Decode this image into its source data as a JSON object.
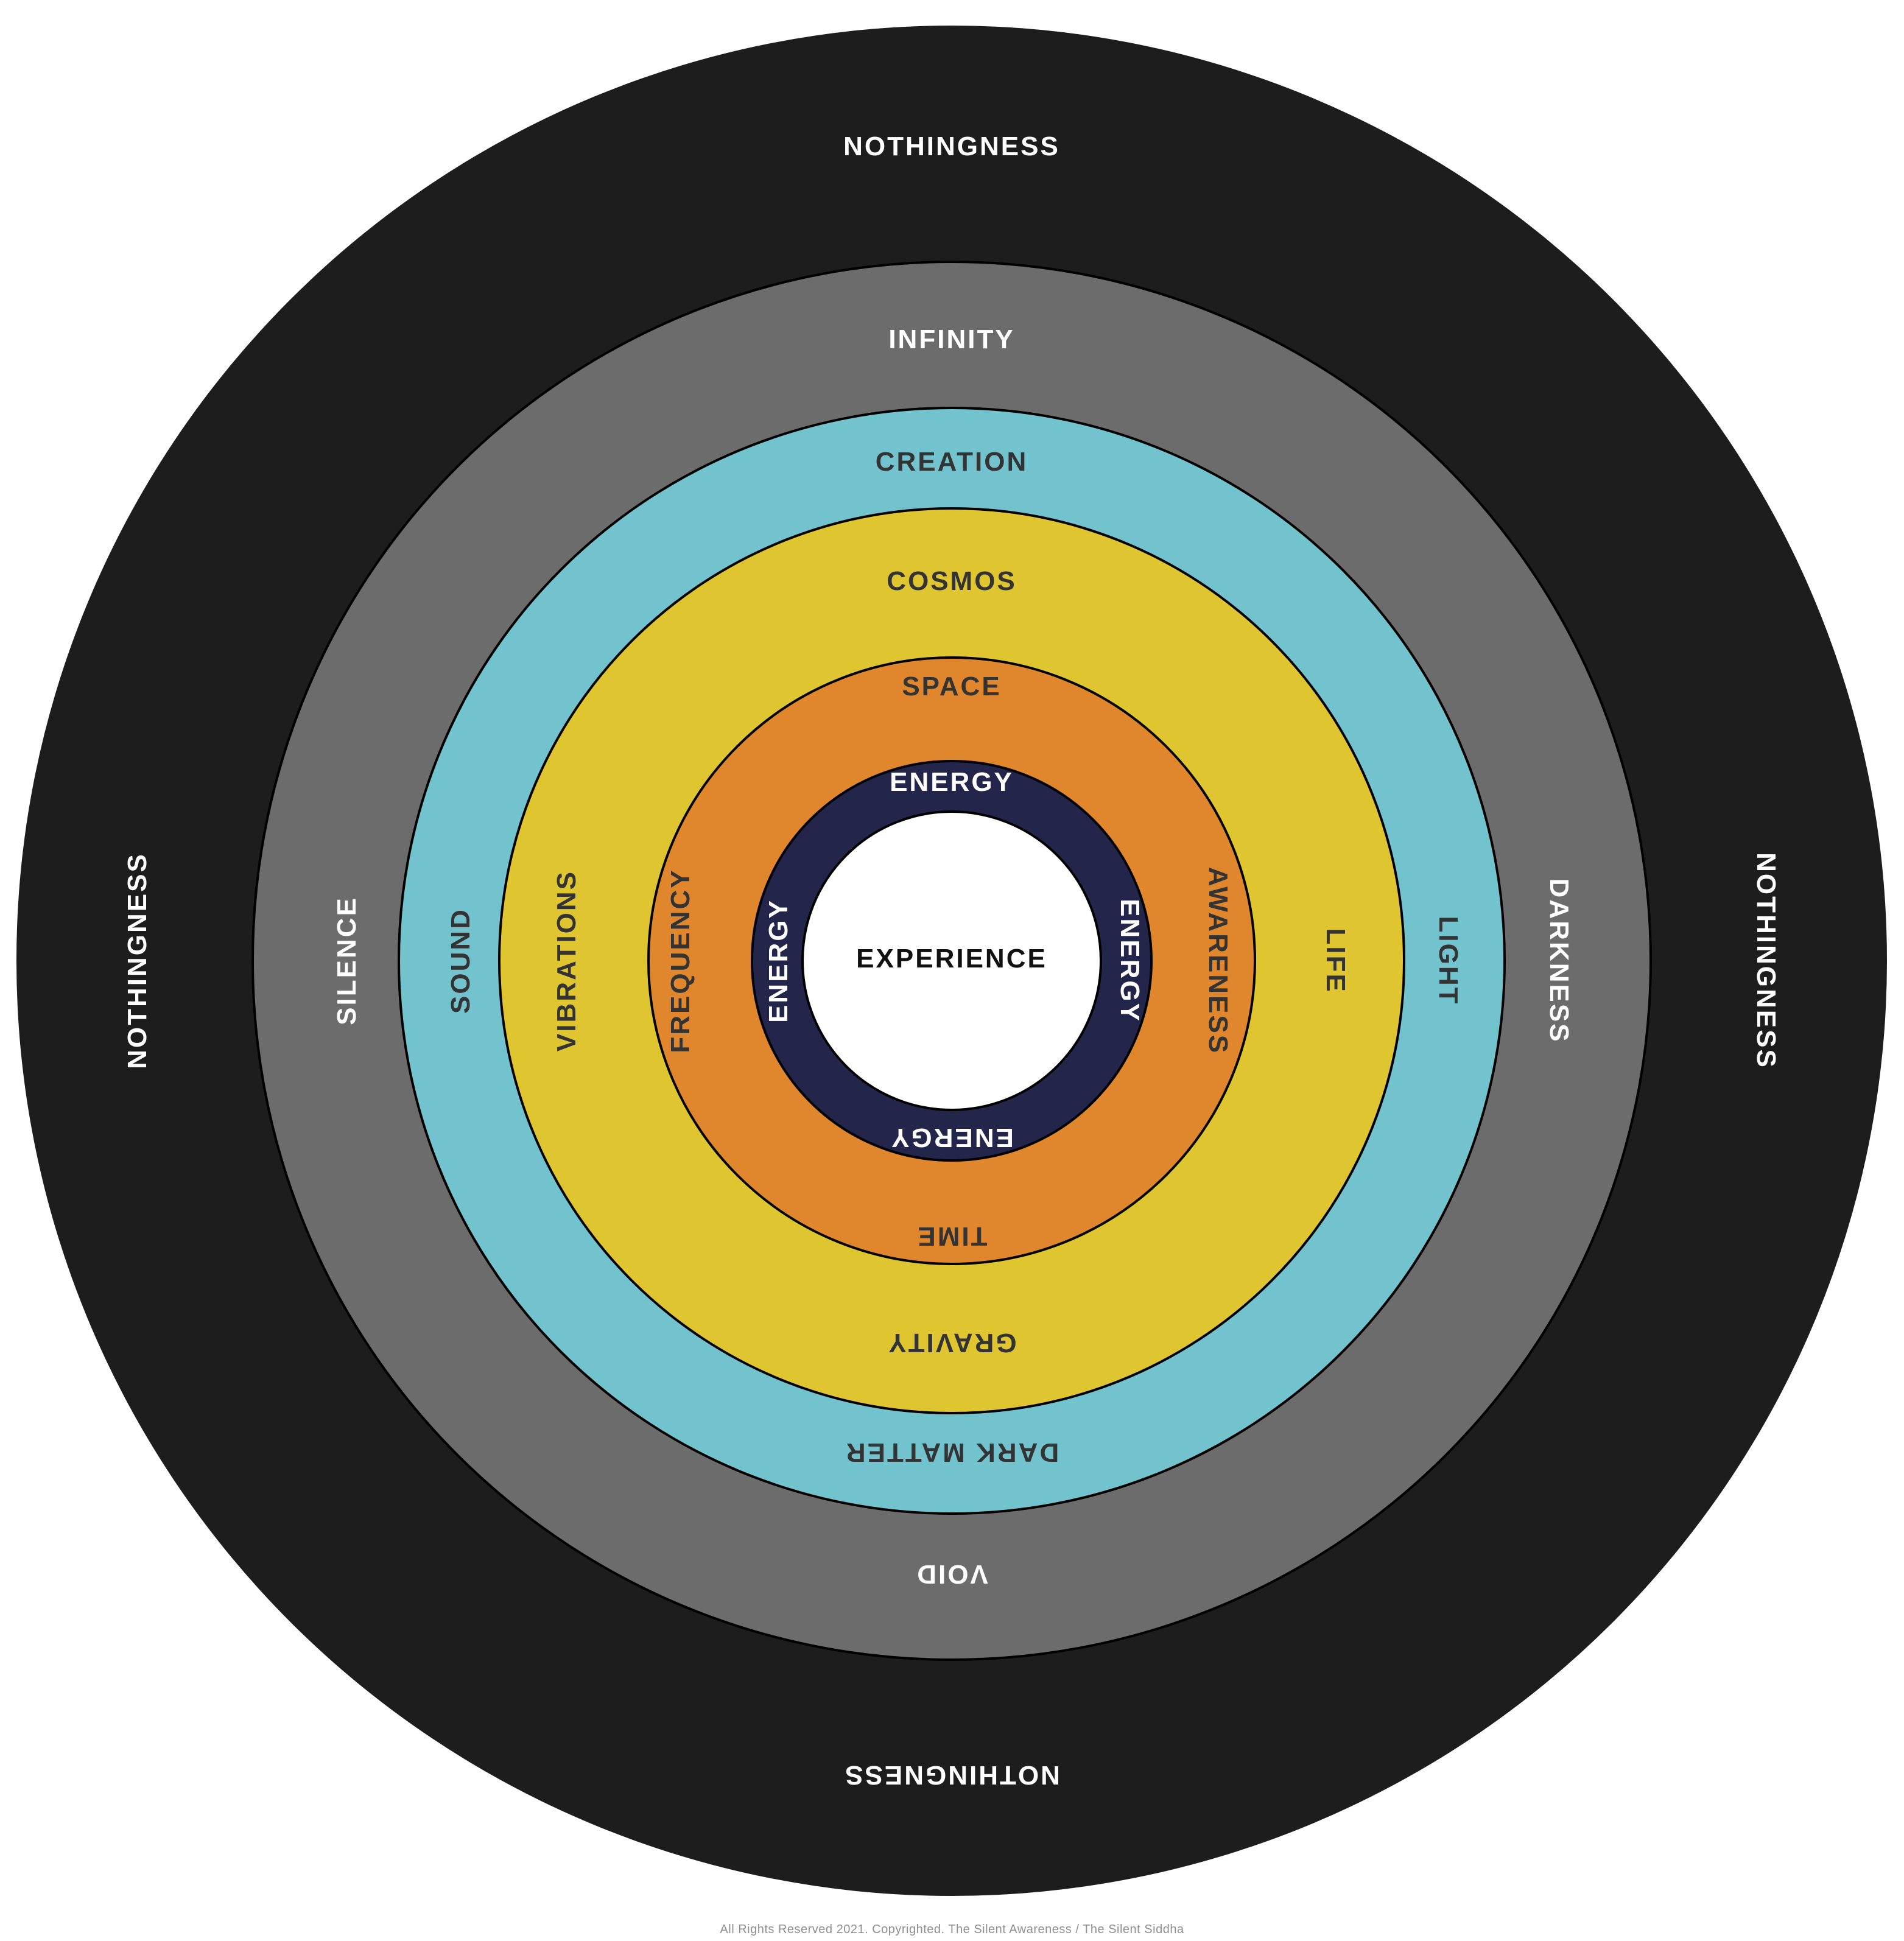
{
  "diagram": {
    "rings": [
      {
        "name": "nothingness",
        "bg": "#1d1d1d",
        "text_color": "#ffffff",
        "labels": {
          "top": "NOTHINGNESS",
          "right": "NOTHINGNESS",
          "bottom": "NOTHINGNESS",
          "left": "NOTHINGNESS"
        }
      },
      {
        "name": "infinity",
        "bg": "#6c6c6c",
        "text_color": "#ffffff",
        "labels": {
          "top": "INFINITY",
          "right": "DARKNESS",
          "bottom": "VOID",
          "left": "SILENCE"
        }
      },
      {
        "name": "creation",
        "bg": "#72c3ce",
        "text_color": "#333333",
        "labels": {
          "top": "CREATION",
          "right": "LIGHT",
          "bottom": "DARK MATTER",
          "left": "SOUND"
        }
      },
      {
        "name": "cosmos",
        "bg": "#dfc52f",
        "text_color": "#333333",
        "labels": {
          "top": "COSMOS",
          "right": "LIFE",
          "bottom": "GRAVITY",
          "left": "VIBRATIONS"
        }
      },
      {
        "name": "space",
        "bg": "#e0862c",
        "text_color": "#333333",
        "labels": {
          "top": "SPACE",
          "right": "AWARENESS",
          "bottom": "TIME",
          "left": "FREQUENCY"
        }
      },
      {
        "name": "energy",
        "bg": "#23264a",
        "text_color": "#ffffff",
        "labels": {
          "top": "ENERGY",
          "right": "ENERGY",
          "bottom": "ENERGY",
          "left": "ENERGY"
        }
      }
    ],
    "center": {
      "label": "EXPERIENCE",
      "bg": "#ffffff",
      "text_color": "#111111"
    },
    "footer": "All Rights Reserved 2021. Copyrighted. The Silent Awareness / The Silent Siddha"
  }
}
